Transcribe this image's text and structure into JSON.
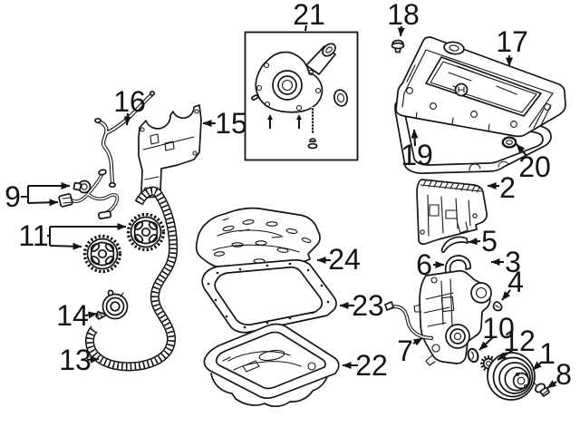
{
  "figure": {
    "kind": "exploded-engine-parts-diagram",
    "background": "#ffffff",
    "ink": "#141414",
    "callouts": {
      "c1": {
        "label": "1"
      },
      "c2": {
        "label": "2"
      },
      "c3": {
        "label": "3"
      },
      "c4": {
        "label": "4"
      },
      "c5": {
        "label": "5"
      },
      "c6": {
        "label": "6"
      },
      "c7": {
        "label": "7"
      },
      "c8": {
        "label": "8"
      },
      "c9": {
        "label": "9"
      },
      "c10": {
        "label": "10"
      },
      "c11": {
        "label": "11"
      },
      "c12": {
        "label": "12"
      },
      "c13": {
        "label": "13"
      },
      "c14": {
        "label": "14"
      },
      "c15": {
        "label": "15"
      },
      "c16": {
        "label": "16"
      },
      "c17": {
        "label": "17"
      },
      "c18": {
        "label": "18"
      },
      "c19": {
        "label": "19"
      },
      "c20": {
        "label": "20"
      },
      "c21": {
        "label": "21"
      },
      "c22": {
        "label": "22"
      },
      "c23": {
        "label": "23"
      },
      "c24": {
        "label": "24"
      }
    }
  }
}
